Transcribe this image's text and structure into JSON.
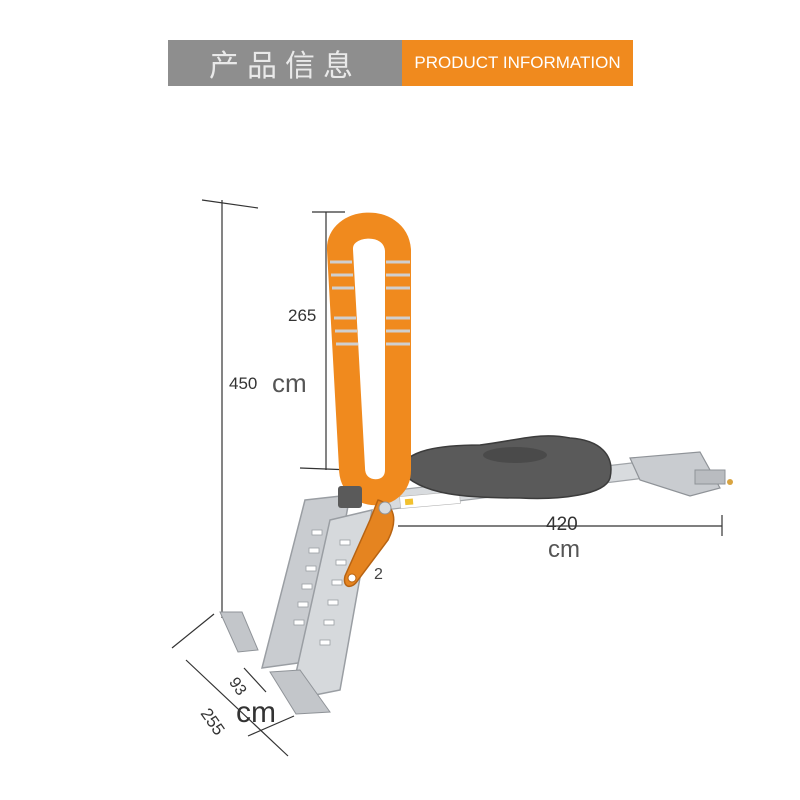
{
  "header": {
    "title_cn": "产品信息",
    "title_en": "PRODUCT INFORMATION"
  },
  "dimensions": {
    "total_height": "450",
    "total_height_unit": "cm",
    "handle_height": "265",
    "seat_length": "420",
    "seat_length_unit": "cm",
    "foot_width": "93",
    "foot_length": "255",
    "foot_unit": "cm",
    "marker": "2"
  },
  "colors": {
    "accent": "#f08a1e",
    "header_gray": "#8e8e8e",
    "seat_gray": "#5a5a5a",
    "frame_silver": "#c9ccd0"
  }
}
